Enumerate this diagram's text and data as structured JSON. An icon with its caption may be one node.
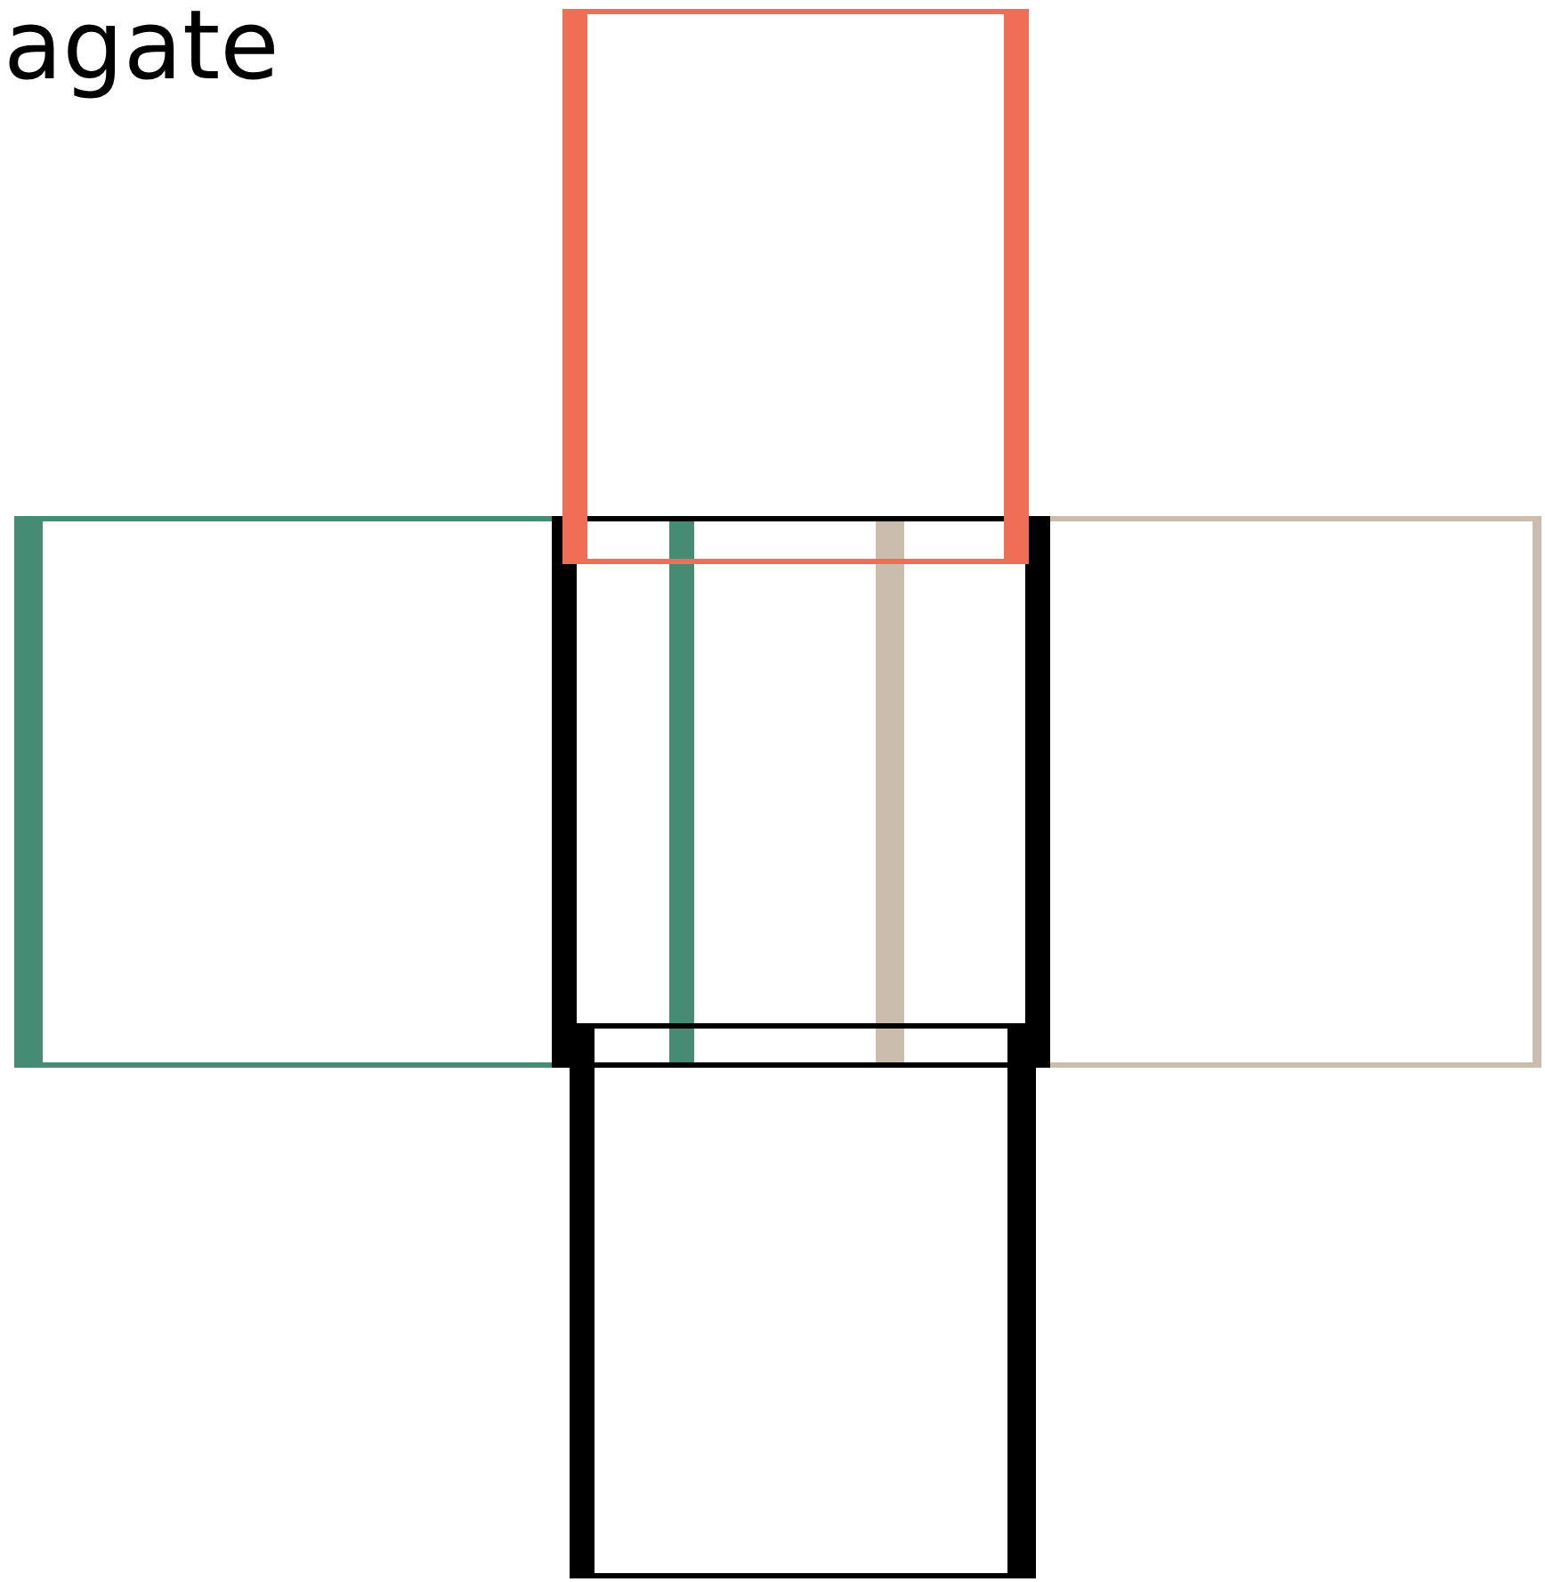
{
  "diagram": {
    "nodes": [
      {
        "text": [],
        "shape": "box"
      },
      {
        "text": [],
        "shape": "box"
      },
      {
        "text": [],
        "shape": "box"
      },
      {
        "text": [],
        "shape": "box"
      },
      {
        "text": [],
        "shape": "box"
      }
    ],
    "labels": [
      "agate"
    ]
  }
}
